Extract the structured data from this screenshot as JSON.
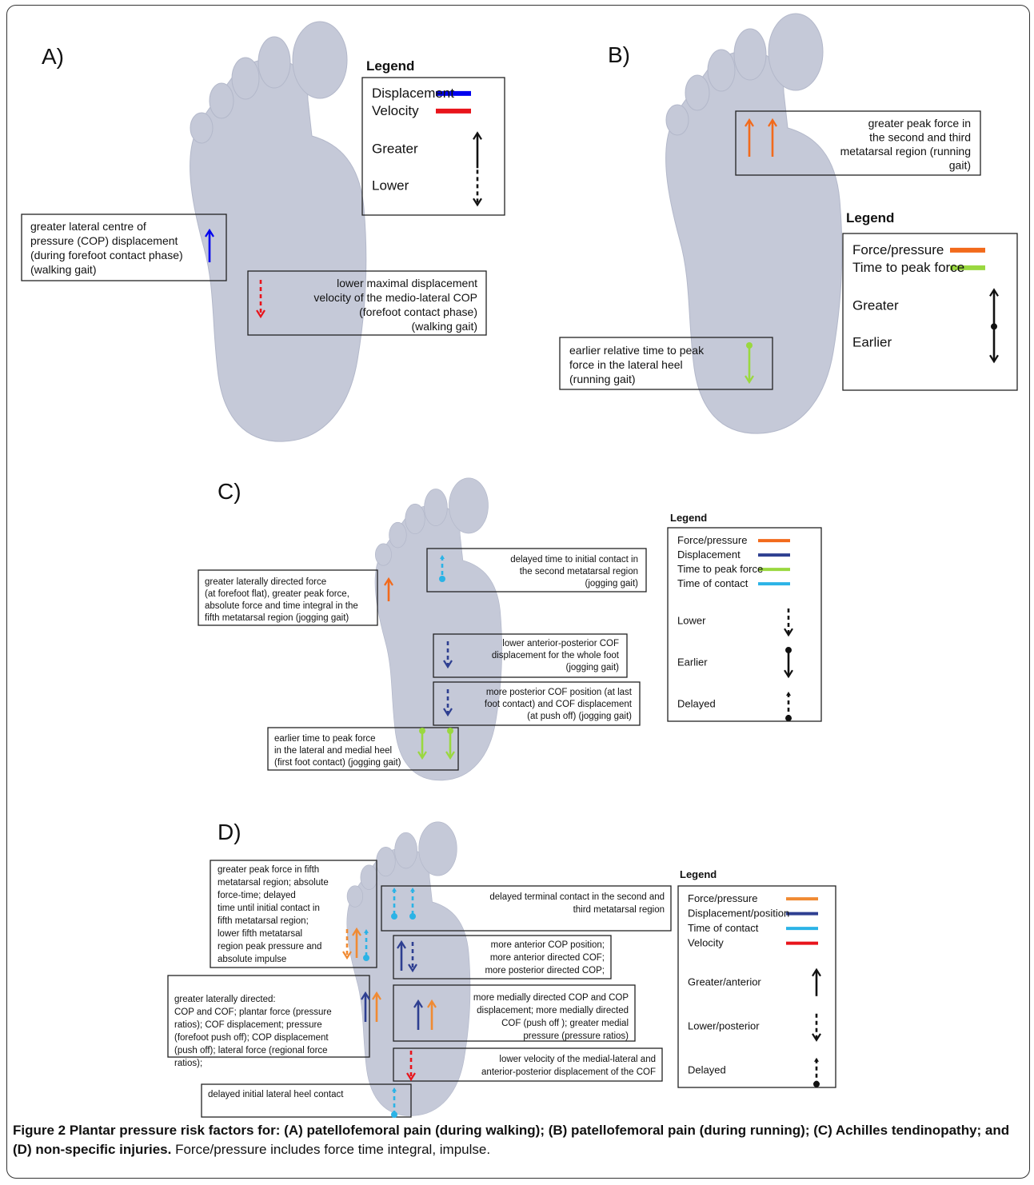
{
  "panels": [
    {
      "id": "A",
      "label": "A)",
      "legend": {
        "title": "Legend",
        "items": [
          {
            "kind": "line",
            "label": "Displacement",
            "color": "#0000ee"
          },
          {
            "kind": "line",
            "label": "Velocity",
            "color": "#e8141b"
          },
          {
            "kind": "arrow",
            "label": "Greater",
            "style": "solid-up"
          },
          {
            "kind": "arrow",
            "label": "Lower",
            "style": "dashed-down"
          }
        ]
      },
      "annotations": [
        {
          "lines": [
            "greater lateral centre of",
            "pressure (COP) displacement",
            "(during forefoot contact phase)",
            "(walking gait)"
          ],
          "align": "left"
        },
        {
          "lines": [
            "lower maximal displacement",
            "velocity of the medio-lateral COP",
            "(forefoot contact phase)",
            "(walking gait)"
          ],
          "align": "right"
        }
      ]
    },
    {
      "id": "B",
      "label": "B)",
      "legend": {
        "title": "Legend",
        "items": [
          {
            "kind": "line",
            "label": "Force/pressure",
            "color": "#f26a1b"
          },
          {
            "kind": "line",
            "label": "Time to peak force",
            "color": "#9ad83f"
          },
          {
            "kind": "arrow",
            "label": "Greater",
            "style": "solid-up"
          },
          {
            "kind": "arrow",
            "label": "Earlier",
            "style": "dot-solid-down"
          }
        ]
      },
      "annotations": [
        {
          "lines": [
            "greater peak force in",
            "the second and third",
            "metatarsal region (running",
            "gait)"
          ],
          "align": "right"
        },
        {
          "lines": [
            "earlier relative time to peak",
            "force in the lateral heel",
            "(running gait)"
          ],
          "align": "left"
        }
      ]
    },
    {
      "id": "C",
      "label": "C)",
      "legend": {
        "title": "Legend",
        "items": [
          {
            "kind": "line",
            "label": "Force/pressure",
            "color": "#f26a1b"
          },
          {
            "kind": "line",
            "label": "Displacement",
            "color": "#2e3f91"
          },
          {
            "kind": "line",
            "label": "Time to peak force",
            "color": "#9ad83f"
          },
          {
            "kind": "line",
            "label": "Time of contact",
            "color": "#2bb3e6"
          },
          {
            "kind": "arrow",
            "label": "Lower",
            "style": "dashed-down"
          },
          {
            "kind": "arrow",
            "label": "Earlier",
            "style": "dot-solid-down"
          },
          {
            "kind": "arrow",
            "label": "Delayed",
            "style": "dot-dashed-up"
          }
        ]
      },
      "annotations": [
        {
          "lines": [
            "delayed time to initial contact in",
            "the second metatarsal region",
            "(jogging gait)"
          ],
          "align": "right"
        },
        {
          "lines": [
            "greater laterally directed force",
            "(at forefoot flat), greater peak force,",
            "absolute force and time integral in the",
            "fifth metatarsal region (jogging gait)"
          ],
          "align": "left"
        },
        {
          "lines": [
            "lower anterior-posterior COF",
            "displacement for the whole foot",
            "(jogging gait)"
          ],
          "align": "right"
        },
        {
          "lines": [
            "more posterior COF position (at last",
            "foot contact) and COF displacement",
            "(at push off) (jogging gait)"
          ],
          "align": "right"
        },
        {
          "lines": [
            "earlier time to peak force",
            "in the lateral and medial heel",
            "(first foot contact) (jogging gait)"
          ],
          "align": "left"
        }
      ]
    },
    {
      "id": "D",
      "label": "D)",
      "legend": {
        "title": "Legend",
        "items": [
          {
            "kind": "line",
            "label": "Force/pressure",
            "color": "#f08a32"
          },
          {
            "kind": "line",
            "label": "Displacement/position",
            "color": "#2e3f91"
          },
          {
            "kind": "line",
            "label": "Time of contact",
            "color": "#2bb3e6"
          },
          {
            "kind": "line",
            "label": "Velocity",
            "color": "#e8141b"
          },
          {
            "kind": "arrow",
            "label": "Greater/anterior",
            "style": "solid-up"
          },
          {
            "kind": "arrow",
            "label": "Lower/posterior",
            "style": "dashed-down"
          },
          {
            "kind": "arrow",
            "label": "Delayed",
            "style": "dot-dashed-up"
          }
        ]
      },
      "annotations": [
        {
          "lines": [
            "greater peak force in fifth",
            "metatarsal region; absolute",
            "force-time; delayed",
            "time until initial contact in",
            "fifth metatarsal region;",
            "lower fifth metatarsal",
            "region peak pressure and",
            "absolute impulse"
          ],
          "align": "left"
        },
        {
          "lines": [
            "delayed terminal contact in the second and",
            "third metatarsal region"
          ],
          "align": "right"
        },
        {
          "lines": [
            "more anterior COP position;",
            "more anterior directed COF;",
            "more posterior directed COP;"
          ],
          "align": "right"
        },
        {
          "lines": [
            "greater laterally directed:",
            "COP and COF; plantar force (pressure",
            "ratios); COF displacement; pressure",
            "(forefoot push off); COP displacement",
            "(push off); lateral force (regional force",
            "ratios);"
          ],
          "align": "left"
        },
        {
          "lines": [
            "more medially directed COP and COP",
            "displacement; more medially directed",
            "COF (push off ); greater medial",
            "pressure (pressure ratios)"
          ],
          "align": "right"
        },
        {
          "lines": [
            "lower velocity of the medial-lateral and",
            "anterior-posterior displacement of the COF"
          ],
          "align": "right"
        },
        {
          "lines": [
            "delayed initial lateral heel contact"
          ],
          "align": "left"
        }
      ]
    }
  ],
  "caption": {
    "bold": "Figure 2 Plantar pressure risk factors for: (A) patellofemoral pain (during walking); (B) patellofemoral pain (during running); (C) Achilles tendinopathy; and (D) non-specific injuries.",
    "normal": " Force/pressure includes force time integral, impulse."
  },
  "colors": {
    "foot": "#c5c9d8",
    "foot_outline": "#b3b8ca",
    "box_border": "#222222"
  }
}
